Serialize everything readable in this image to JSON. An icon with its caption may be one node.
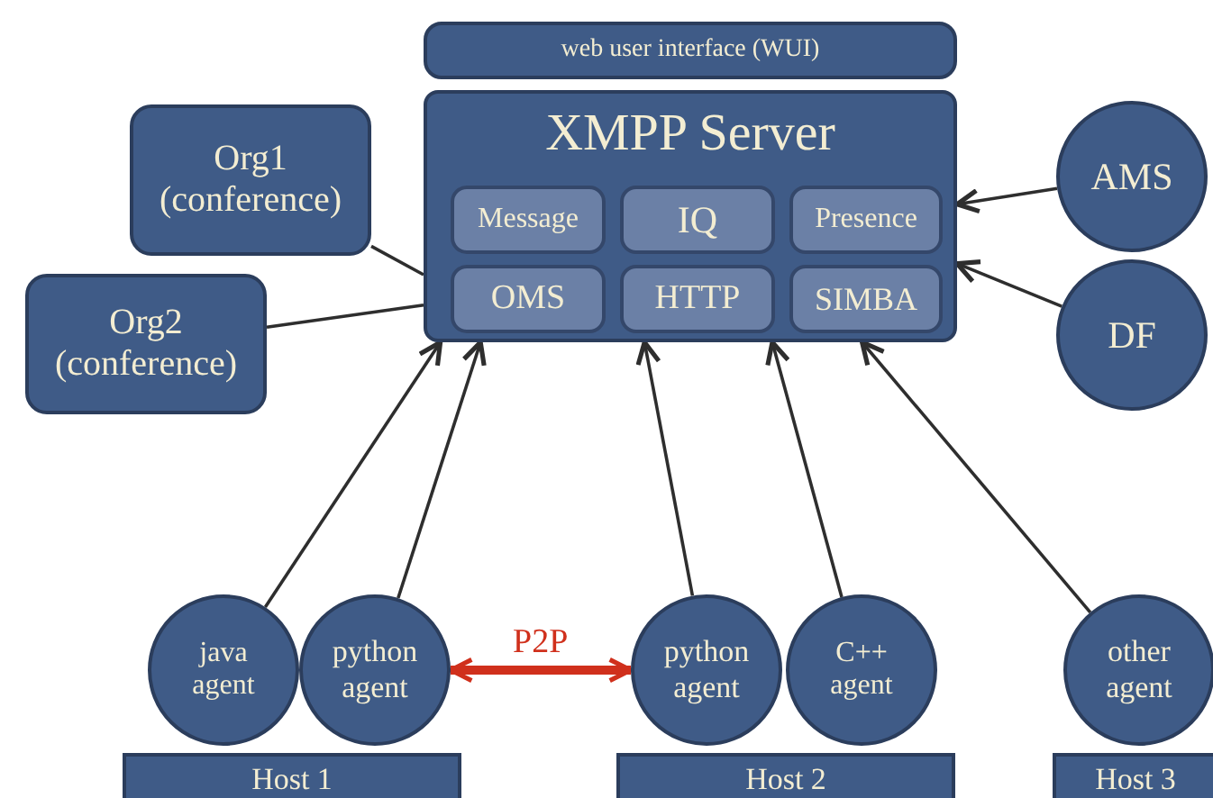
{
  "diagram": {
    "nodes": [
      {
        "text": [
          "web user interface (WUI)"
        ]
      },
      {
        "text": [
          "XMPP Server"
        ]
      },
      {
        "text": [
          "Message"
        ],
        "in": 1
      },
      {
        "text": [
          "IQ"
        ],
        "in": 1
      },
      {
        "text": [
          "Presence"
        ],
        "in": 1
      },
      {
        "text": [
          "OMS"
        ],
        "in": 1
      },
      {
        "text": [
          "HTTP"
        ],
        "in": 1
      },
      {
        "text": [
          "SIMBA"
        ],
        "in": 1
      },
      {
        "text": [
          "Org1 (conference)"
        ]
      },
      {
        "text": [
          "Org2 (conference)"
        ]
      },
      {
        "text": [
          "AMS"
        ]
      },
      {
        "text": [
          "DF"
        ]
      },
      {
        "text": [
          "java agent"
        ]
      },
      {
        "text": [
          "python agent"
        ]
      },
      {
        "text": [
          "python agent"
        ]
      },
      {
        "text": [
          "C++ agent"
        ]
      },
      {
        "text": [
          "other agent"
        ]
      },
      {
        "text": [
          "Host 1"
        ]
      },
      {
        "text": [
          "Host 2"
        ]
      },
      {
        "text": [
          "Host 3"
        ]
      }
    ],
    "edges": [
      {
        "from": 8,
        "to": 1,
        "arrow": "none"
      },
      {
        "from": 9,
        "to": 1,
        "arrow": "none"
      },
      {
        "from": 10,
        "to": 1,
        "arrow": "to"
      },
      {
        "from": 11,
        "to": 1,
        "arrow": "to"
      },
      {
        "from": 12,
        "to": 1,
        "arrow": "to"
      },
      {
        "from": 13,
        "to": 1,
        "arrow": "to"
      },
      {
        "from": 14,
        "to": 1,
        "arrow": "to"
      },
      {
        "from": 15,
        "to": 1,
        "arrow": "to"
      },
      {
        "from": 16,
        "to": 1,
        "arrow": "to"
      },
      {
        "from": 13,
        "to": 14,
        "arrow": "both",
        "label": "P2P",
        "style": "thick",
        "color": "#d0301c"
      }
    ]
  }
}
